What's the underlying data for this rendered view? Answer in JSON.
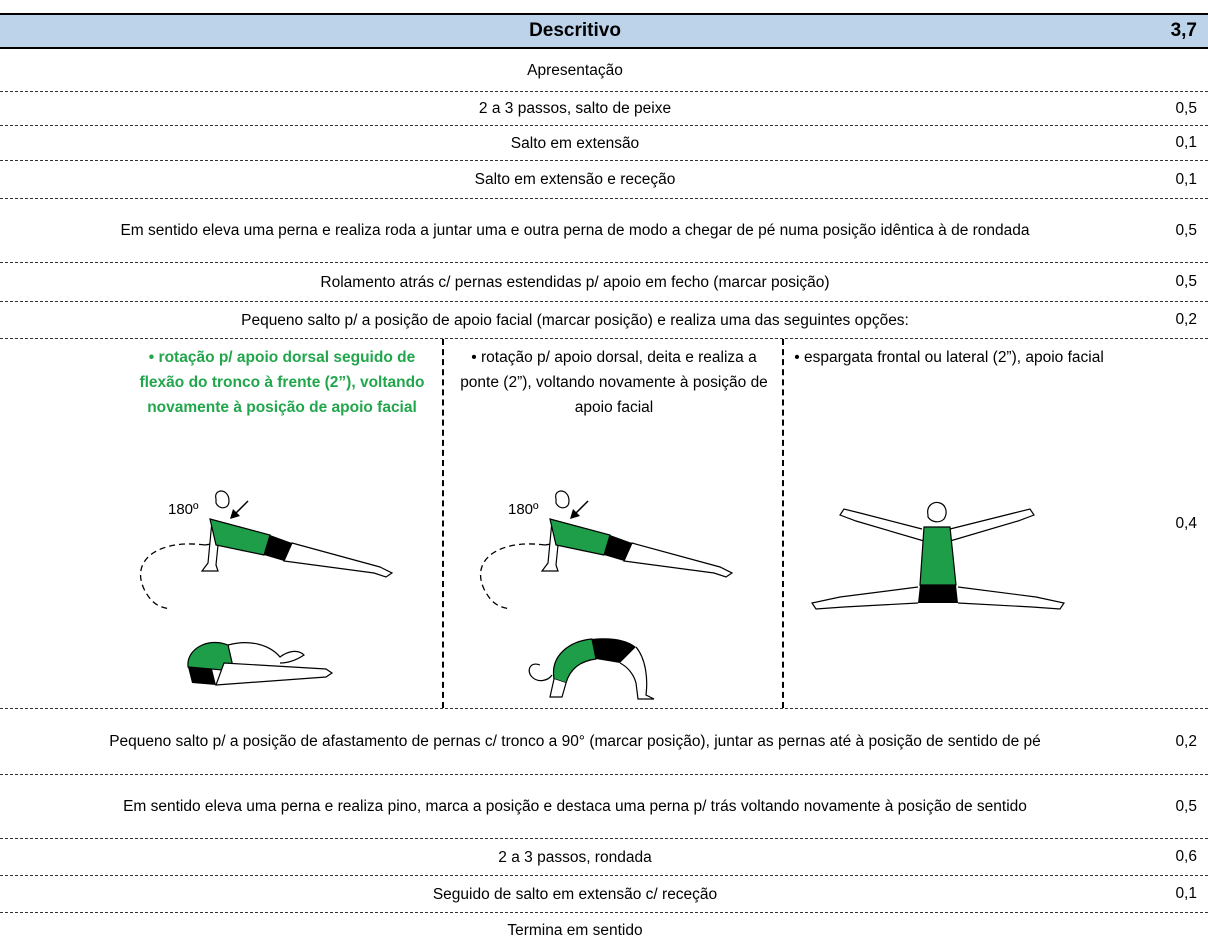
{
  "header": {
    "title": "Descritivo",
    "total": "3,7"
  },
  "rows_top": [
    {
      "desc": "Apresentação",
      "value": ""
    },
    {
      "desc": "2 a 3 passos, salto de peixe",
      "value": "0,5"
    },
    {
      "desc": "Salto em extensão",
      "value": "0,1"
    },
    {
      "desc": "Salto em extensão e receção",
      "value": "0,1"
    },
    {
      "desc": "Em sentido eleva uma perna e realiza roda a juntar uma e outra perna de modo a chegar de pé numa posição idêntica à de rondada",
      "value": "0,5"
    },
    {
      "desc": "Rolamento atrás c/ pernas estendidas p/ apoio em fecho (marcar posição)",
      "value": "0,5"
    },
    {
      "desc": "Pequeno salto p/ a posição de apoio facial (marcar posição) e realiza uma das seguintes opções:",
      "value": "0,2"
    }
  ],
  "options": {
    "value": "0,4",
    "items": [
      {
        "bullet": "•",
        "text": "rotação p/ apoio dorsal seguido de flexão do tronco à frente (2”), voltando novamente à posição de apoio facial",
        "angle_label": "180º"
      },
      {
        "bullet": "•",
        "text": "rotação p/ apoio dorsal, deita e realiza a ponte (2”), voltando novamente à posição de apoio facial",
        "angle_label": "180º"
      },
      {
        "bullet": "•",
        "text": "espargata frontal ou lateral (2”), apoio facial"
      }
    ]
  },
  "rows_bottom": [
    {
      "desc": "Pequeno salto p/ a posição de afastamento de pernas c/ tronco a 90° (marcar posição), juntar as pernas até à posição de sentido de pé",
      "value": "0,2"
    },
    {
      "desc": "Em sentido eleva uma perna e realiza pino, marca a posição e destaca uma perna p/ trás voltando novamente à posição de sentido",
      "value": "0,5"
    },
    {
      "desc": "2 a 3 passos, rondada",
      "value": "0,6"
    },
    {
      "desc": "Seguido de salto em extensão c/ receção",
      "value": "0,1"
    },
    {
      "desc": "Termina em sentido",
      "value": ""
    }
  ],
  "colors": {
    "header_bg": "#bcd3ea",
    "highlight": "#22a64c",
    "body_green": "#1e9e48"
  }
}
